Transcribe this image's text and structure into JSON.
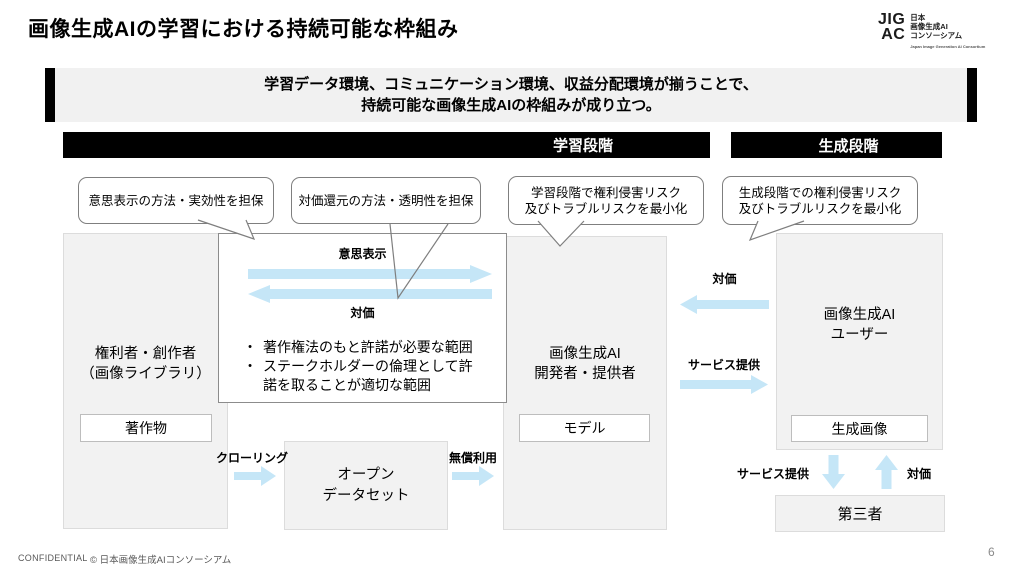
{
  "slide": {
    "title": "画像生成AIの学習における持続可能な枠組み",
    "page_number": "6",
    "footer": {
      "confidential": "CONFIDENTIAL",
      "copyright": "© 日本画像生成AIコンソーシアム"
    }
  },
  "logo": {
    "acronym_line1": "JIG",
    "acronym_line2": "AC",
    "name_line1": "日本",
    "name_line2": "画像生成AI",
    "name_line3": "コンソーシアム",
    "name_en": "Japan Image Generation AI Consortium"
  },
  "banner": {
    "line1": "学習データ環境、コミュニケーション環境、収益分配環境が揃うことで、",
    "line2": "持続可能な画像生成AIの枠組みが成り立つ。"
  },
  "stages": {
    "learning": "学習段階",
    "generation": "生成段階"
  },
  "callouts": [
    {
      "line1": "意思表示の方法・実効性を担保"
    },
    {
      "line1": "対価還元の方法・透明性を担保"
    },
    {
      "line1": "学習段階で権利侵害リスク",
      "line2": "及びトラブルリスクを最小化"
    },
    {
      "line1": "生成段階での権利侵害リスク",
      "line2": "及びトラブルリスクを最小化"
    }
  ],
  "entities": {
    "rights_holder": {
      "line1": "権利者・創作者",
      "line2": "（画像ライブラリ）",
      "asset": "著作物"
    },
    "developer": {
      "line1": "画像生成AI",
      "line2": "開発者・提供者",
      "asset": "モデル"
    },
    "user": {
      "line1": "画像生成AI",
      "line2": "ユーザー",
      "asset": "生成画像"
    },
    "open_dataset": {
      "line1": "オープン",
      "line2": "データセット"
    },
    "third_party": {
      "label": "第三者"
    }
  },
  "exchange_box": {
    "intent_label": "意思表示",
    "value_label": "対価",
    "bullet": "•",
    "bullets": [
      "著作権法のもと許諾が必要な範囲",
      "ステークホルダーの倫理として許諾を取ることが適切な範囲"
    ]
  },
  "flows": {
    "value_user_to_dev": "対価",
    "service_dev_to_user": "サービス提供",
    "crawling": "クローリング",
    "free_use": "無償利用",
    "service_user_to_third": "サービス提供",
    "value_third_to_user": "対価"
  },
  "colors": {
    "arrow_blue": "#C5E6F7",
    "box_gray": "#F2F2F2",
    "stage_bar_black": "#000000",
    "callout_border_gray": "#7F7F7F"
  }
}
